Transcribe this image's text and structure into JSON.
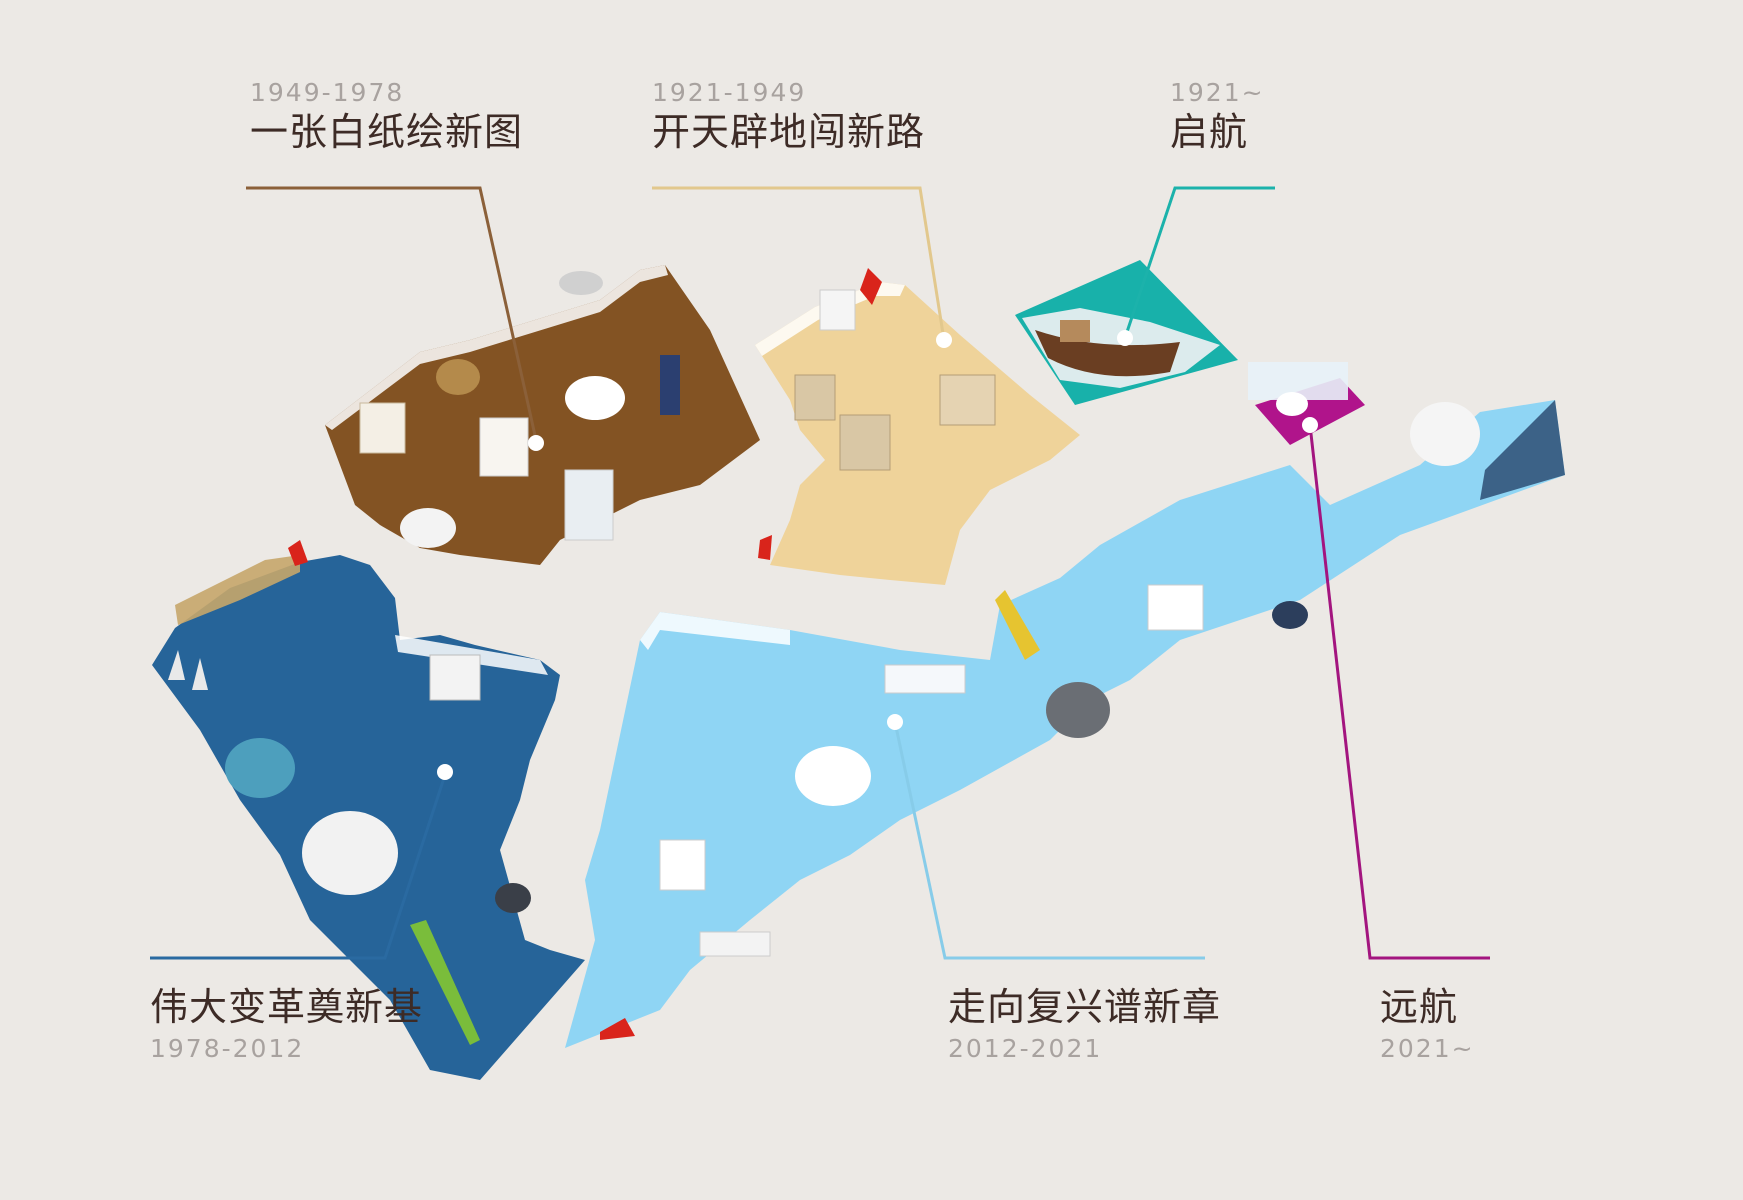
{
  "sections": [
    {
      "id": "s1949",
      "years": "1949-1978",
      "title": "一张白纸绘新图",
      "color": "#8a5a2b"
    },
    {
      "id": "s1921",
      "years": "1921-1949",
      "title": "开天辟地闯新路",
      "color": "#e0c98e"
    },
    {
      "id": "sqihang",
      "years": "1921~",
      "title": "启航",
      "color": "#19b3ac"
    },
    {
      "id": "s1978",
      "years": "1978-2012",
      "title": "伟大变革奠新基",
      "color": "#2c6ea3"
    },
    {
      "id": "s2012",
      "years": "2012-2021",
      "title": "走向复兴谱新章",
      "color": "#8dd4f2"
    },
    {
      "id": "syuanhang",
      "years": "2021~",
      "title": "远航",
      "color": "#a3157f"
    }
  ]
}
